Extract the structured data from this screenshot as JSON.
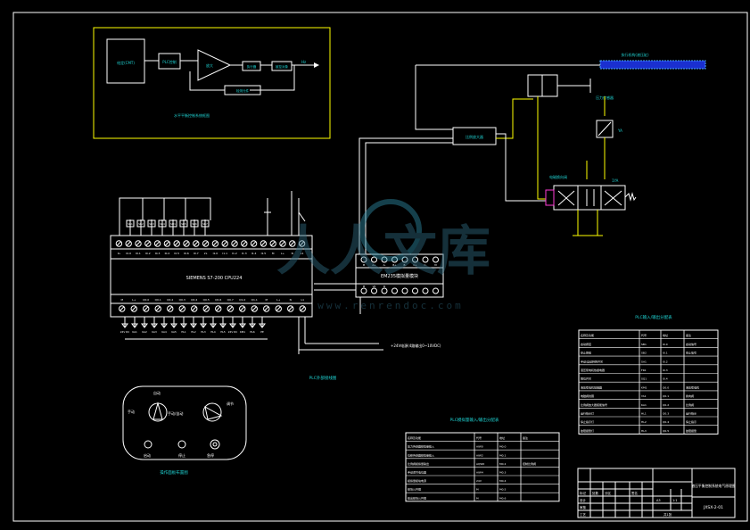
{
  "colors": {
    "cyan": "#1fd3d3",
    "yellow": "#ffff00",
    "white": "#ffffff",
    "blue": "#2a4bff",
    "magenta": "#ff3bd6",
    "red": "#ff3030",
    "green": "#38e038"
  },
  "block_diagram": {
    "title": "水平平衡控制系统框图",
    "setpoint_label": "给定(CMT)",
    "plc_label": "PLC控制",
    "amp_label": "放大",
    "b1": "执行器",
    "b2": "被控对象",
    "feedback": "检测元件",
    "out": "Hz"
  },
  "cylinder": {
    "label_top": "执行机构(液压缸)",
    "label_right": "压力传感器"
  },
  "module": {
    "label": "EM235模拟量模块",
    "top_terms": [
      "M",
      "A+",
      "A-",
      "B+",
      "B-",
      "C+",
      "C-",
      "M"
    ],
    "bottom_terms": [
      "M",
      "V0",
      "I0",
      "",
      "",
      "",
      "",
      ""
    ]
  },
  "plc": {
    "label": "SIEMENS S7-200 CPU224",
    "top_terms": [
      "1L",
      "I0.0",
      "I0.1",
      "I0.2",
      "I0.3",
      "I0.4",
      "I0.5",
      "I0.6",
      "I0.7",
      "2L",
      "I1.0",
      "I1.1",
      "I1.2",
      "I1.3",
      "I1.4",
      "I1.5",
      "M",
      "L+",
      "N",
      "L1"
    ],
    "bottom_terms": [
      "M",
      "L+",
      "Q0.0",
      "Q0.1",
      "Q0.2",
      "Q0.3",
      "Q0.4",
      "Q0.5",
      "Q0.6",
      "Q0.7",
      "Q1.0",
      "Q1.1",
      "M",
      "L+",
      "N",
      "L1"
    ],
    "input_labels": [
      "SB1",
      "SB2",
      "SB3",
      "SB4",
      "SQ1",
      "SB5",
      "SB6",
      "SB7"
    ],
    "out_labels": [
      "24V DC",
      "KA1",
      "KA2",
      "KA3",
      "KA4",
      "KA5",
      "HL1",
      "HL2",
      "HL3",
      "HL4",
      "HL5",
      "24V DC",
      "KM1",
      "HL6",
      "PE"
    ],
    "caption": "PLC外部接线图"
  },
  "power": {
    "label": "+24V电源(4路输出0~10VDC)"
  },
  "valve": {
    "label_left": "电磁换向阀",
    "label_right": "1YA",
    "box": "比例放大器",
    "right_label": "YA"
  },
  "panel": {
    "knob1": "手动/自动",
    "knob2": "调节",
    "l1": "启动",
    "l2": "停止",
    "l3": "急停",
    "caption": "操作面板布置图",
    "left_knob_label": "手动",
    "top_label": "自动"
  },
  "table_right": {
    "title": "PLC输入/输出分配表",
    "headers": [
      "名称及功能",
      "代号",
      "地址",
      "备注"
    ],
    "rows": [
      [
        "启动按钮",
        "SB1",
        "I0.0",
        "启动信号"
      ],
      [
        "停止按钮",
        "SB2",
        "I0.1",
        "停止信号"
      ],
      [
        "手动/自动转换开关",
        "SA1",
        "I0.2",
        ""
      ],
      [
        "液压泵电机热继电器",
        "FR1",
        "I0.3",
        ""
      ],
      [
        "限位开关",
        "SQ1",
        "I0.4",
        ""
      ],
      [
        "液压泵电机接触器",
        "KM1",
        "Q0.0",
        "液压泵电机"
      ],
      [
        "电磁阀线圈",
        "YA1",
        "Q0.1",
        "换向阀"
      ],
      [
        "比例阀放大器使能信号",
        "KA1",
        "Q0.2",
        "比例阀"
      ],
      [
        "运行指示灯",
        "HL1",
        "Q0.3",
        "运行指示"
      ],
      [
        "停止指示灯",
        "HL2",
        "Q0.4",
        "停止指示"
      ],
      [
        "故障报警灯",
        "HL3",
        "Q0.5",
        "故障报警"
      ]
    ]
  },
  "table_mid": {
    "title": "PLC模拟量输入/输出分配表",
    "headers": [
      "名称及功能",
      "代号",
      "地址",
      "备注"
    ],
    "rows": [
      [
        "压力传感器模拟量输入",
        "AIW0",
        "M0.0",
        ""
      ],
      [
        "位移传感器模拟量输入",
        "AIW2",
        "M0.1",
        ""
      ],
      [
        "比例阀模拟量输出",
        "AQW0",
        "M0.2",
        "控制比例阀"
      ],
      [
        "手动调节电位器",
        "AIW4",
        "M0.3",
        ""
      ],
      [
        "模拟量模块电源",
        "24V",
        "M0.4",
        ""
      ],
      [
        "模块公共端",
        "M",
        "M0.5",
        ""
      ],
      [
        "输出模块公共端",
        "M",
        "M0.6",
        ""
      ]
    ]
  },
  "title_block": {
    "name": "液压平衡控制系统电气原理图",
    "code": "JXSX-2-01",
    "scale": "1:1",
    "sheet": "共1张",
    "mark": "A3",
    "h1": "标记",
    "h2": "处数",
    "h3": "分区",
    "h4": "签名",
    "r1": "设计",
    "r2": "审核",
    "r3": "工艺"
  },
  "watermark": {
    "cn": "人人文库",
    "url": "www.renrendoc.com"
  }
}
